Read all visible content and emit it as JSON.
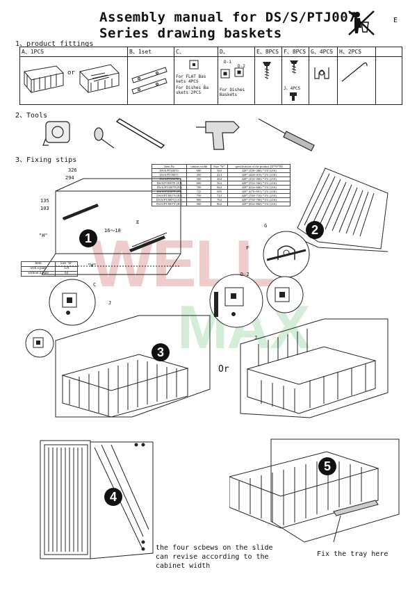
{
  "header": {
    "title_line1": "Assembly manual for DS/S/PTJ007",
    "title_line2": "Series drawing baskets",
    "corner_letter": "E"
  },
  "sections": {
    "product_fittings": "1、product fittings",
    "tools": "2、Tools",
    "fixing_steps": "3、Fixing stips"
  },
  "fittings": {
    "headers": [
      "A、1PCS",
      "B、1set",
      "C、",
      "D、",
      "E、8PCS",
      "F、8PCS",
      "G、4PCS",
      "H、2PCS",
      ""
    ],
    "a_or": "or",
    "c_note1": "For FLAT Bas kets 4PCS",
    "c_note2": "For Dishes Ba skets 2PCS",
    "d_label1": "D-1",
    "d_label2": "D-2",
    "d_note": "For Dishes Baskets",
    "j_label": "J、4PCS"
  },
  "spec_table": {
    "headers": [
      "Item.No",
      "cabinet width",
      "Size \"W\"",
      "specification of the product (D*W*H)"
    ],
    "rows": [
      [
        "DS/S/PTJ007G",
        "600",
        "564",
        "428* (358~366) *151 (216)"
      ],
      [
        "DS/S/PTJ007C",
        "450",
        "414",
        "428* (404~416) *151 (216)"
      ],
      [
        "DS/S/PTJ007D",
        "500",
        "464",
        "428* (454~466) *151 (216)"
      ],
      [
        "DS/S/PTJ007E (E1)",
        "600",
        "564",
        "428* (554~566) *151 (216)"
      ],
      [
        "DS/S/PTJ007P (P1)",
        "700",
        "664",
        "428* (654~666) *151 (216)"
      ],
      [
        "DS/S/PTJ007F (F1)",
        "725",
        "689",
        "428* (679~691) *151 (216)"
      ],
      [
        "DS/S/PTJ007A (B1)",
        "750",
        "714",
        "428* (704~716) *151 (216)"
      ],
      [
        "DS/S/PTJ007Q (A1)",
        "800",
        "764",
        "428* (754~766) *151 (216)"
      ],
      [
        "DS/S/PTJ007Y (H1)",
        "900",
        "864",
        "428* (854~866) *151 (216)"
      ]
    ]
  },
  "height_table": {
    "headers": [
      "Item",
      "Size \"H\""
    ],
    "rows": [
      [
        "with a plate",
        "129"
      ],
      [
        "without a plate",
        "64"
      ]
    ]
  },
  "dims": {
    "d326": "326",
    "d294": "294",
    "d135": "135",
    "d103": "103",
    "dH": "\"H\"",
    "dW": "\"W\"",
    "d16": "16～18",
    "lE": "E",
    "lC": "C",
    "lJ": "J",
    "lG": "G",
    "lF": "F",
    "lD2": "D-2",
    "lJ2": "J"
  },
  "steps": [
    "1",
    "2",
    "3",
    "4",
    "5"
  ],
  "or_text": "Or",
  "watermark": {
    "well": "WELL",
    "max": "MAX"
  },
  "notes": {
    "screws_line1": "the four scbews on the slide",
    "screws_line2": "can revise according to the",
    "screws_line3": "cabinet width",
    "tray": "Fix the tray here"
  }
}
